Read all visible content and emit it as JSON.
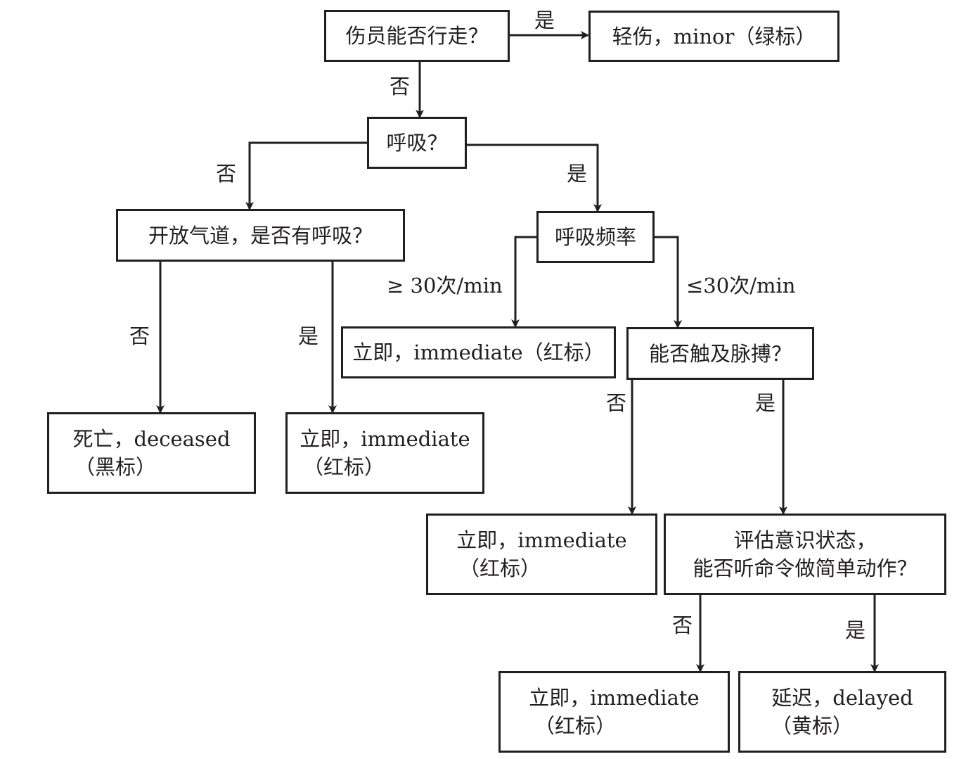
{
  "nodes": {
    "walk": "伤员能否行走？",
    "minor": "轻伤，minor（绿标）",
    "breathing": "呼吸？",
    "airway": "开放气道，是否有呼吸？",
    "rate": "呼吸频率",
    "immediate_rate": "立即，immediate（红标）",
    "pulse": "能否触及脉搏？",
    "deceased": {
      "line1": "死亡，deceased",
      "line2": "（黑标）"
    },
    "immediate_airway": {
      "line1": "立即，immediate",
      "line2": "（红标）"
    },
    "immediate_pulse": {
      "line1": "立即，immediate",
      "line2": "（红标）"
    },
    "mental": {
      "line1": "评估意识状态，",
      "line2": "能否听命令做简单动作？"
    },
    "immediate_mental": {
      "line1": "立即，immediate",
      "line2": "（红标）"
    },
    "delayed": {
      "line1": "延迟，delayed",
      "line2": "（黄标）"
    }
  },
  "edge_labels": {
    "walk_yes": "是",
    "walk_no": "否",
    "breath_no": "否",
    "breath_yes": "是",
    "airway_no": "否",
    "airway_yes": "是",
    "rate_high": "≥ 30次/min",
    "rate_low": "≤30次/min",
    "pulse_no": "否",
    "pulse_yes": "是",
    "mental_no": "否",
    "mental_yes": "是"
  }
}
